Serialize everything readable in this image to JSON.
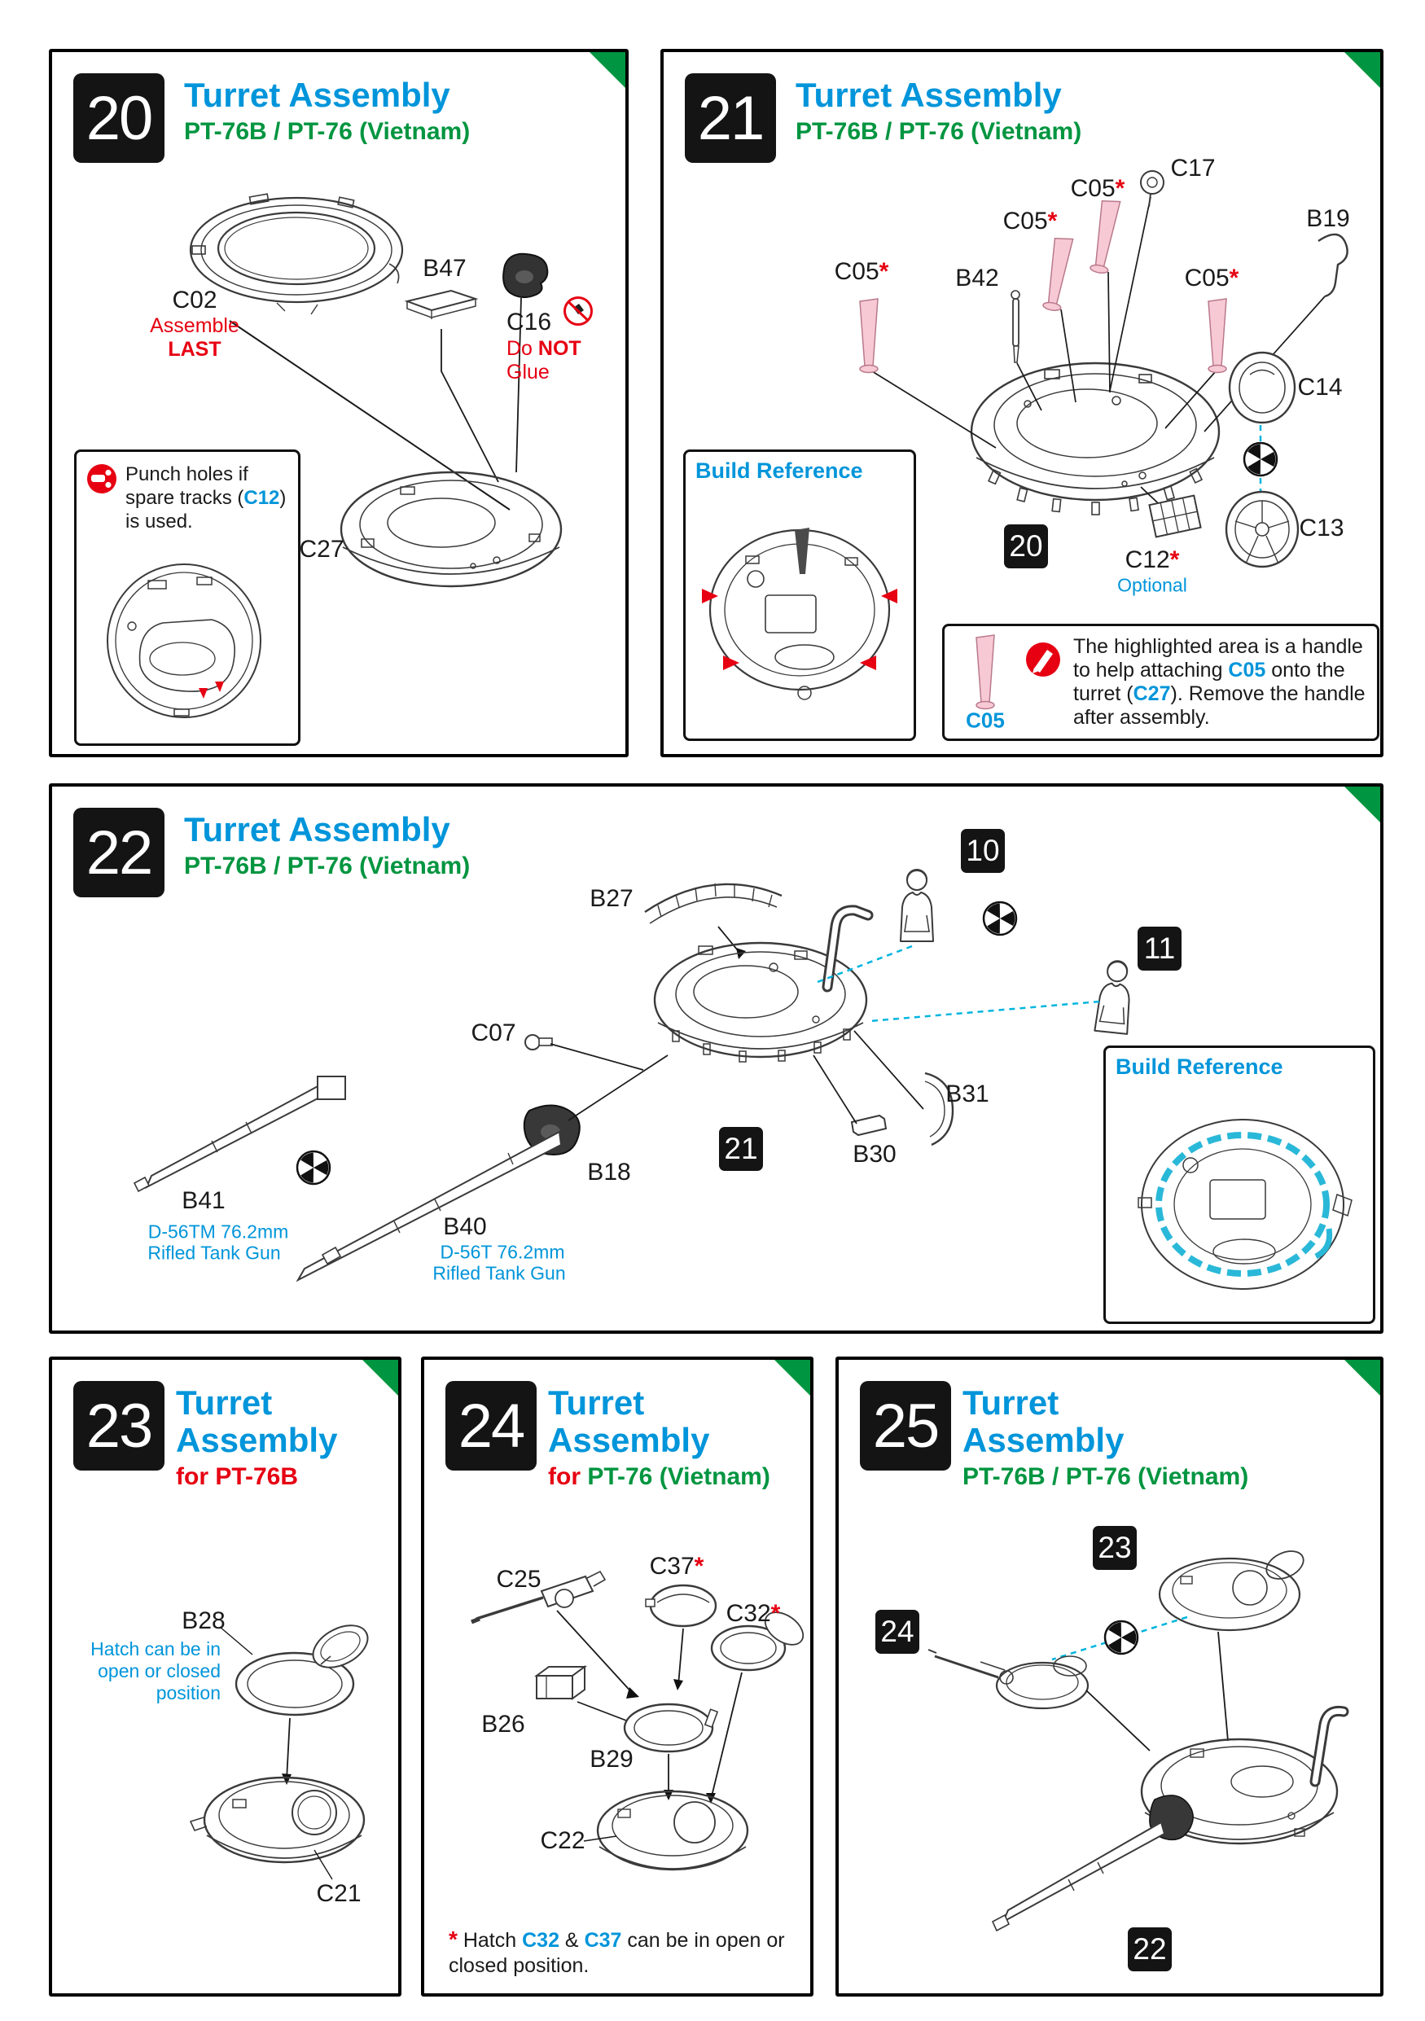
{
  "colors": {
    "accent_blue": "#0095da",
    "green": "#009540",
    "red": "#e60012",
    "cyan_line": "#00b5de",
    "handle_pink": "#f7c9d4"
  },
  "shared": {
    "asterisk": "*",
    "build_reference": "Build Reference"
  },
  "panels": {
    "p20": {
      "step": "20",
      "title": "Turret Assembly",
      "subtitle": "PT-76B / PT-76 (Vietnam)",
      "parts": {
        "c02": "C02",
        "c02_note_line1": "Assemble",
        "c02_note_line2": "LAST",
        "b47": "B47",
        "c16": "C16",
        "c16_do": "Do ",
        "c16_not": "NOT",
        "c16_glue": "Glue",
        "c27": "C27"
      },
      "note": {
        "before": "Punch holes if spare tracks (",
        "part": "C12",
        "after": ") is used."
      }
    },
    "p21": {
      "step": "21",
      "title": "Turret Assembly",
      "subtitle": "PT-76B / PT-76 (Vietnam)",
      "parts": {
        "c05_1": "C05",
        "c05_2": "C05",
        "c05_3": "C05",
        "c05_4": "C05",
        "b42": "B42",
        "c17": "C17",
        "b19": "B19",
        "c14": "C14",
        "c13": "C13",
        "c12": "C12",
        "c12_note": "Optional",
        "step_ref": "20"
      },
      "note": {
        "handle_label": "C05",
        "t1": "The highlighted area is a handle to help attaching ",
        "p1": "C05",
        "t2": " onto the turret (",
        "p2": "C27",
        "t3": ").  Remove the handle after assembly."
      }
    },
    "p22": {
      "step": "22",
      "title": "Turret Assembly",
      "subtitle": "PT-76B / PT-76 (Vietnam)",
      "parts": {
        "b27": "B27",
        "c07": "C07",
        "b18": "B18",
        "b41": "B41",
        "b41_sub1": "D-56TM 76.2mm",
        "b41_sub2": "Rifled Tank Gun",
        "b40": "B40",
        "b40_sub1": "D-56T 76.2mm",
        "b40_sub2": "Rifled Tank Gun",
        "b31": "B31",
        "b30": "B30",
        "fig10": "10",
        "fig11": "11",
        "step_ref": "21"
      }
    },
    "p23": {
      "step": "23",
      "title": "Turret Assembly",
      "subtitle_prefix": "for ",
      "subtitle_model": "PT-76B",
      "parts": {
        "b28": "B28",
        "b28_note": "Hatch can be in open or closed position",
        "c21": "C21"
      }
    },
    "p24": {
      "step": "24",
      "title": "Turret Assembly",
      "subtitle_prefix": "for ",
      "subtitle_model": "PT-76 (Vietnam)",
      "parts": {
        "c25": "C25",
        "c37": "C37",
        "c32": "C32",
        "b26": "B26",
        "b29": "B29",
        "c22": "C22"
      },
      "footnote": {
        "star": "*",
        "t1": " Hatch ",
        "p1": "C32",
        "t2": " & ",
        "p2": "C37",
        "t3": " can be in open or closed position."
      }
    },
    "p25": {
      "step": "25",
      "title": "Turret Assembly",
      "subtitle": "PT-76B / PT-76 (Vietnam)",
      "refs": {
        "r23": "23",
        "r24": "24",
        "r22": "22"
      }
    }
  }
}
